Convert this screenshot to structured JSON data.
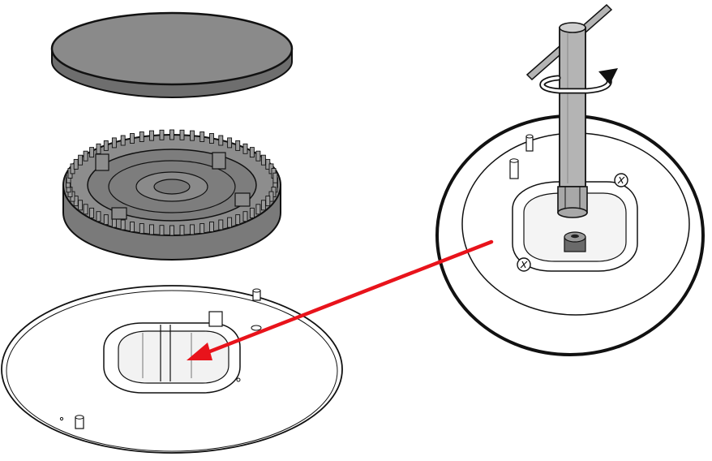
{
  "diagram": {
    "parts": [
      {
        "id": "burner-cap",
        "label": ""
      },
      {
        "id": "burner-head",
        "label": ""
      },
      {
        "id": "burner-base-plate",
        "label": ""
      },
      {
        "id": "burner-base-with-wrench",
        "label": ""
      }
    ],
    "arrow": {
      "color": "#e8131b",
      "meaning": "detail-callout"
    },
    "colors": {
      "outline": "#111111",
      "cap_fill": "#8a8a8a",
      "head_fill": "#858585",
      "head_dark": "#6e6e6e",
      "plate_fill": "#ffffff",
      "wrench_fill": "#b4b4b4",
      "arrow": "#e8131b"
    },
    "icons": {
      "rotation": "rotate-clockwise-arrow-icon"
    }
  }
}
